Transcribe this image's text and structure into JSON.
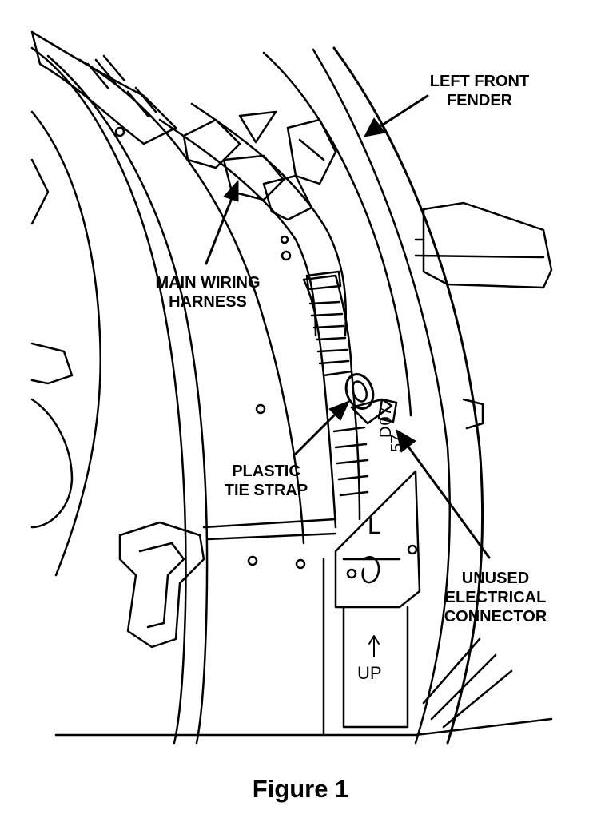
{
  "callouts": {
    "left_front_fender": [
      "LEFT FRONT",
      "FENDER"
    ],
    "main_wiring_harness": [
      "MAIN WIRING",
      "HARNESS"
    ],
    "plastic_tie_strap": [
      "PLASTIC",
      "TIE STRAP"
    ],
    "unused_electrical_connector": [
      "UNUSED",
      "ELECTRICAL",
      "CONNECTOR"
    ]
  },
  "part_stamps": {
    "code": "D07",
    "code2": "57",
    "side": "L",
    "up": "UP"
  },
  "caption": "Figure 1",
  "colors": {
    "line": "#000000",
    "background": "#ffffff"
  }
}
